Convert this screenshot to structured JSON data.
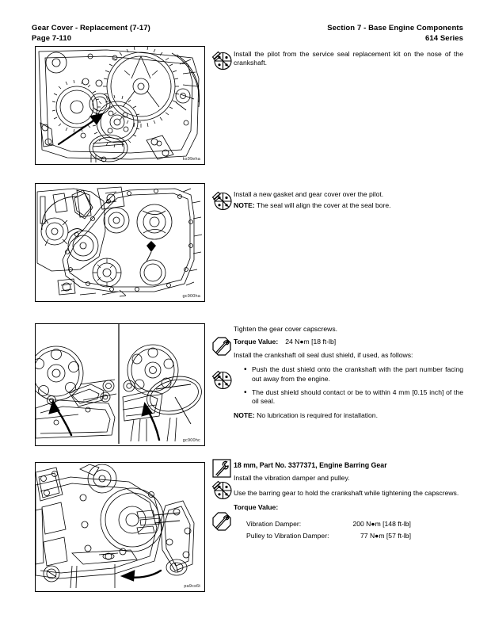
{
  "header": {
    "left_line1": "Gear Cover - Replacement (7-17)",
    "left_line2": "Page 7-110",
    "right_line1": "Section 7 - Base Engine Components",
    "right_line2": "614 Series"
  },
  "sections": [
    {
      "figure_caption": "ks99eha",
      "icon": "gasket-kit-icon",
      "text": "Install the pilot from the service seal replacement kit on the nose of the crankshaft."
    },
    {
      "figure_caption": "gc900ha",
      "icon": "gasket-kit-icon",
      "text": "Install a new gasket and gear cover over the pilot.",
      "note_label": "NOTE:",
      "note_text": "The seal will align the cover at the seal bore."
    },
    {
      "figure_caption": "gc900hc",
      "intro": "Tighten the gear cover capscrews.",
      "torque_label": "Torque Value:",
      "torque_value": "24 N●m [18 ft-lb]",
      "body": "Install the crankshaft oil seal dust shield, if used, as follows:",
      "bullets": [
        "Push the dust shield onto the crankshaft with the part number facing out away from the engine.",
        "The dust shield should contact or be to within 4 mm [0.15 inch] of the oil seal."
      ],
      "note_label": "NOTE:",
      "note_text": "No lubrication is required for installation."
    },
    {
      "figure_caption": "pa9cs6t",
      "tool_line": "18 mm, Part No. 3377371, Engine Barring Gear",
      "line1": "Install the vibration damper and pulley.",
      "line2": "Use the barring gear to hold the crankshaft while tightening the capscrews.",
      "torque_label": "Torque Value:",
      "torque_rows": [
        {
          "name": "Vibration Damper:",
          "value": "200 N●m [148 ft-lb]"
        },
        {
          "name": "Pulley to Vibration Damper:",
          "value": "77 N●m [57 ft-lb]"
        }
      ]
    }
  ]
}
